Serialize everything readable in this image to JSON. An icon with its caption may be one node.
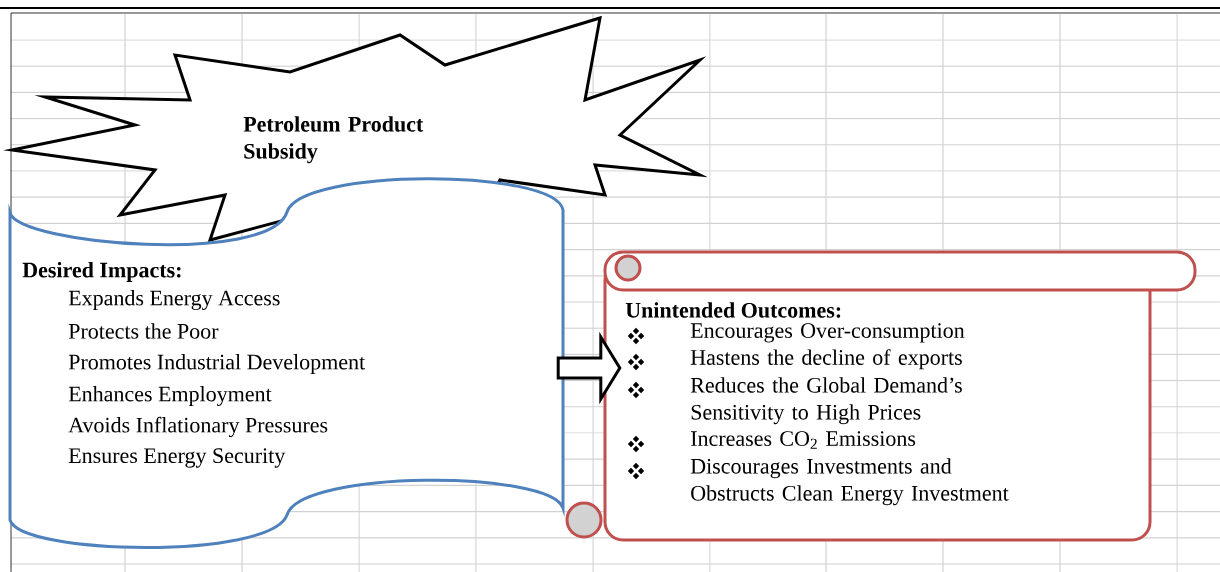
{
  "diagram": {
    "nodes": [
      {
        "text": [
          "Petroleum Product Subsidy"
        ]
      },
      {
        "text": [
          "Desired Impacts:",
          "Expands Energy Access",
          "Protects the Poor",
          "Promotes Industrial Development",
          "Enhances Employment",
          "Avoids Inflationary Pressures",
          "Ensures Energy Security"
        ]
      },
      {
        "text": [
          "Unintended Outcomes:",
          "Encourages Over-consumption",
          "Hastens the decline of exports",
          "Reduces the Global Demand’s Sensitivity to High Prices",
          "Increases CO$_{2}$ Emissions",
          "Discourages Investments and Obstructs Clean Energy Investment"
        ]
      }
    ],
    "edges": [
      {
        "from": 1,
        "to": 2,
        "arrow": "to"
      }
    ]
  }
}
